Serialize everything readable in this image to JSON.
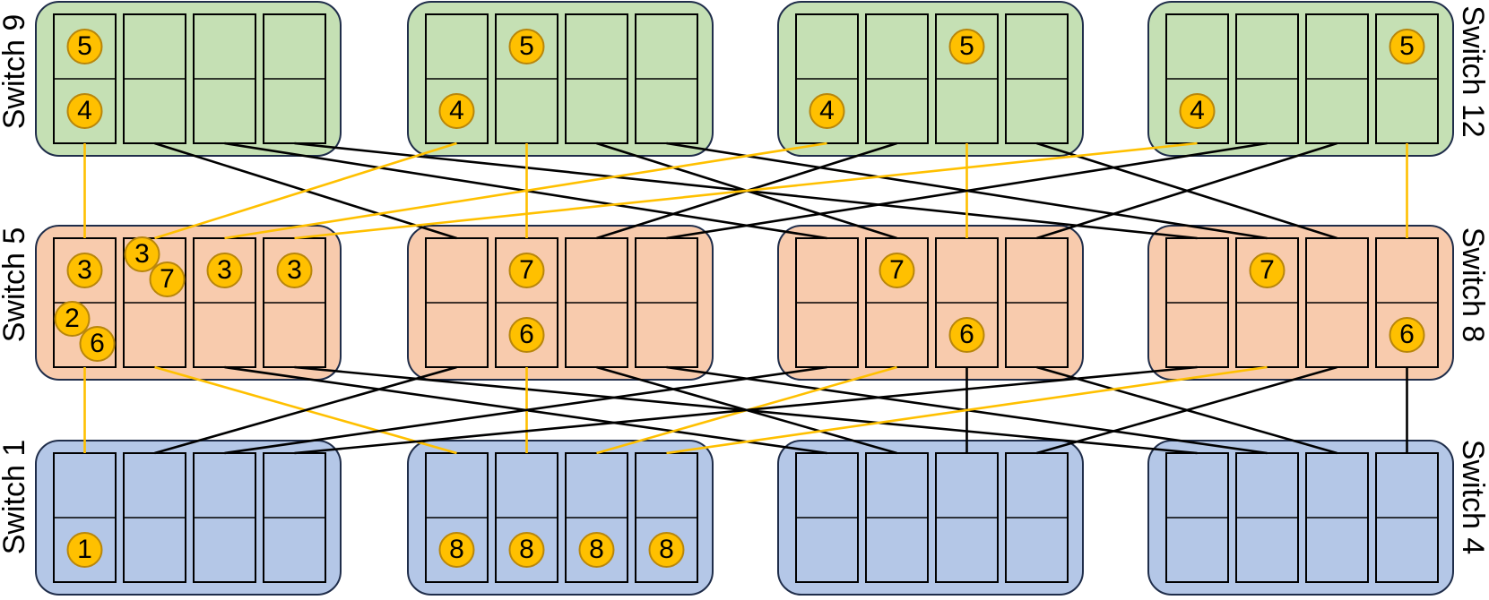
{
  "colors": {
    "green_fill": "#c5e0b4",
    "orange_fill": "#f8cbad",
    "blue_fill": "#b4c7e7",
    "box_stroke": "#1f2d4a",
    "badge_fill": "#ffc000",
    "badge_stroke": "#b8860b",
    "link_black": "#000000",
    "link_gold": "#ffc000"
  },
  "tiers": [
    {
      "id": "top",
      "fill": "green_fill"
    },
    {
      "id": "middle",
      "fill": "orange_fill"
    },
    {
      "id": "bottom",
      "fill": "blue_fill"
    }
  ],
  "switch_labels": {
    "left_top": "Switch 9",
    "left_middle": "Switch 5",
    "left_bottom": "Switch 1",
    "right_top": "Switch 12",
    "right_middle": "Switch 8",
    "right_bottom": "Switch 4"
  },
  "badges": [
    {
      "tier": 0,
      "group": 0,
      "col": 0,
      "row": 0,
      "label": "5"
    },
    {
      "tier": 0,
      "group": 0,
      "col": 0,
      "row": 1,
      "label": "4"
    },
    {
      "tier": 0,
      "group": 1,
      "col": 1,
      "row": 0,
      "label": "5"
    },
    {
      "tier": 0,
      "group": 1,
      "col": 0,
      "row": 1,
      "label": "4"
    },
    {
      "tier": 0,
      "group": 2,
      "col": 2,
      "row": 0,
      "label": "5"
    },
    {
      "tier": 0,
      "group": 2,
      "col": 0,
      "row": 1,
      "label": "4"
    },
    {
      "tier": 0,
      "group": 3,
      "col": 3,
      "row": 0,
      "label": "5"
    },
    {
      "tier": 0,
      "group": 3,
      "col": 0,
      "row": 1,
      "label": "4"
    },
    {
      "tier": 1,
      "group": 0,
      "col": 0,
      "row": 0,
      "label": "3"
    },
    {
      "tier": 1,
      "group": 0,
      "col": 1,
      "row": 0,
      "label": "3",
      "variant": "upper-left"
    },
    {
      "tier": 1,
      "group": 0,
      "col": 1,
      "row": 0,
      "label": "7",
      "variant": "lower-right"
    },
    {
      "tier": 1,
      "group": 0,
      "col": 2,
      "row": 0,
      "label": "3"
    },
    {
      "tier": 1,
      "group": 0,
      "col": 3,
      "row": 0,
      "label": "3"
    },
    {
      "tier": 1,
      "group": 0,
      "col": 0,
      "row": 1,
      "label": "2",
      "variant": "upper-left"
    },
    {
      "tier": 1,
      "group": 0,
      "col": 0,
      "row": 1,
      "label": "6",
      "variant": "lower-right"
    },
    {
      "tier": 1,
      "group": 1,
      "col": 1,
      "row": 0,
      "label": "7"
    },
    {
      "tier": 1,
      "group": 1,
      "col": 1,
      "row": 1,
      "label": "6"
    },
    {
      "tier": 1,
      "group": 2,
      "col": 1,
      "row": 0,
      "label": "7"
    },
    {
      "tier": 1,
      "group": 2,
      "col": 2,
      "row": 1,
      "label": "6"
    },
    {
      "tier": 1,
      "group": 3,
      "col": 1,
      "row": 0,
      "label": "7"
    },
    {
      "tier": 1,
      "group": 3,
      "col": 3,
      "row": 1,
      "label": "6"
    },
    {
      "tier": 2,
      "group": 0,
      "col": 0,
      "row": 1,
      "label": "1"
    },
    {
      "tier": 2,
      "group": 1,
      "col": 0,
      "row": 1,
      "label": "8"
    },
    {
      "tier": 2,
      "group": 1,
      "col": 1,
      "row": 1,
      "label": "8"
    },
    {
      "tier": 2,
      "group": 1,
      "col": 2,
      "row": 1,
      "label": "8"
    },
    {
      "tier": 2,
      "group": 1,
      "col": 3,
      "row": 1,
      "label": "8"
    }
  ],
  "links": [
    {
      "from": [
        0,
        0,
        0
      ],
      "to": [
        1,
        0,
        0
      ],
      "color": "gold"
    },
    {
      "from": [
        0,
        0,
        1
      ],
      "to": [
        1,
        1,
        0
      ],
      "color": "black"
    },
    {
      "from": [
        0,
        0,
        2
      ],
      "to": [
        1,
        2,
        0
      ],
      "color": "black"
    },
    {
      "from": [
        0,
        0,
        3
      ],
      "to": [
        1,
        3,
        0
      ],
      "color": "black"
    },
    {
      "from": [
        0,
        1,
        0
      ],
      "to": [
        1,
        0,
        1
      ],
      "color": "gold"
    },
    {
      "from": [
        0,
        1,
        1
      ],
      "to": [
        1,
        1,
        1
      ],
      "color": "gold"
    },
    {
      "from": [
        0,
        1,
        2
      ],
      "to": [
        1,
        2,
        1
      ],
      "color": "black"
    },
    {
      "from": [
        0,
        1,
        3
      ],
      "to": [
        1,
        3,
        1
      ],
      "color": "black"
    },
    {
      "from": [
        0,
        2,
        0
      ],
      "to": [
        1,
        0,
        2
      ],
      "color": "gold"
    },
    {
      "from": [
        0,
        2,
        1
      ],
      "to": [
        1,
        1,
        2
      ],
      "color": "black"
    },
    {
      "from": [
        0,
        2,
        2
      ],
      "to": [
        1,
        2,
        2
      ],
      "color": "gold"
    },
    {
      "from": [
        0,
        2,
        3
      ],
      "to": [
        1,
        3,
        2
      ],
      "color": "black"
    },
    {
      "from": [
        0,
        3,
        0
      ],
      "to": [
        1,
        0,
        3
      ],
      "color": "gold"
    },
    {
      "from": [
        0,
        3,
        1
      ],
      "to": [
        1,
        1,
        3
      ],
      "color": "black"
    },
    {
      "from": [
        0,
        3,
        2
      ],
      "to": [
        1,
        2,
        3
      ],
      "color": "black"
    },
    {
      "from": [
        0,
        3,
        3
      ],
      "to": [
        1,
        3,
        3
      ],
      "color": "gold"
    },
    {
      "from": [
        1,
        0,
        0
      ],
      "to": [
        2,
        0,
        0
      ],
      "color": "gold"
    },
    {
      "from": [
        1,
        0,
        1
      ],
      "to": [
        2,
        1,
        0
      ],
      "color": "gold"
    },
    {
      "from": [
        1,
        0,
        2
      ],
      "to": [
        2,
        2,
        0
      ],
      "color": "black"
    },
    {
      "from": [
        1,
        0,
        3
      ],
      "to": [
        2,
        3,
        0
      ],
      "color": "black"
    },
    {
      "from": [
        1,
        1,
        0
      ],
      "to": [
        2,
        0,
        1
      ],
      "color": "black"
    },
    {
      "from": [
        1,
        1,
        1
      ],
      "to": [
        2,
        1,
        1
      ],
      "color": "gold"
    },
    {
      "from": [
        1,
        1,
        2
      ],
      "to": [
        2,
        2,
        1
      ],
      "color": "black"
    },
    {
      "from": [
        1,
        1,
        3
      ],
      "to": [
        2,
        3,
        1
      ],
      "color": "black"
    },
    {
      "from": [
        1,
        2,
        0
      ],
      "to": [
        2,
        0,
        2
      ],
      "color": "black"
    },
    {
      "from": [
        1,
        2,
        1
      ],
      "to": [
        2,
        1,
        2
      ],
      "color": "gold"
    },
    {
      "from": [
        1,
        2,
        2
      ],
      "to": [
        2,
        2,
        2
      ],
      "color": "black"
    },
    {
      "from": [
        1,
        2,
        3
      ],
      "to": [
        2,
        3,
        2
      ],
      "color": "black"
    },
    {
      "from": [
        1,
        3,
        0
      ],
      "to": [
        2,
        0,
        3
      ],
      "color": "black"
    },
    {
      "from": [
        1,
        3,
        1
      ],
      "to": [
        2,
        1,
        3
      ],
      "color": "gold"
    },
    {
      "from": [
        1,
        3,
        2
      ],
      "to": [
        2,
        2,
        3
      ],
      "color": "black"
    },
    {
      "from": [
        1,
        3,
        3
      ],
      "to": [
        2,
        3,
        3
      ],
      "color": "black"
    }
  ]
}
